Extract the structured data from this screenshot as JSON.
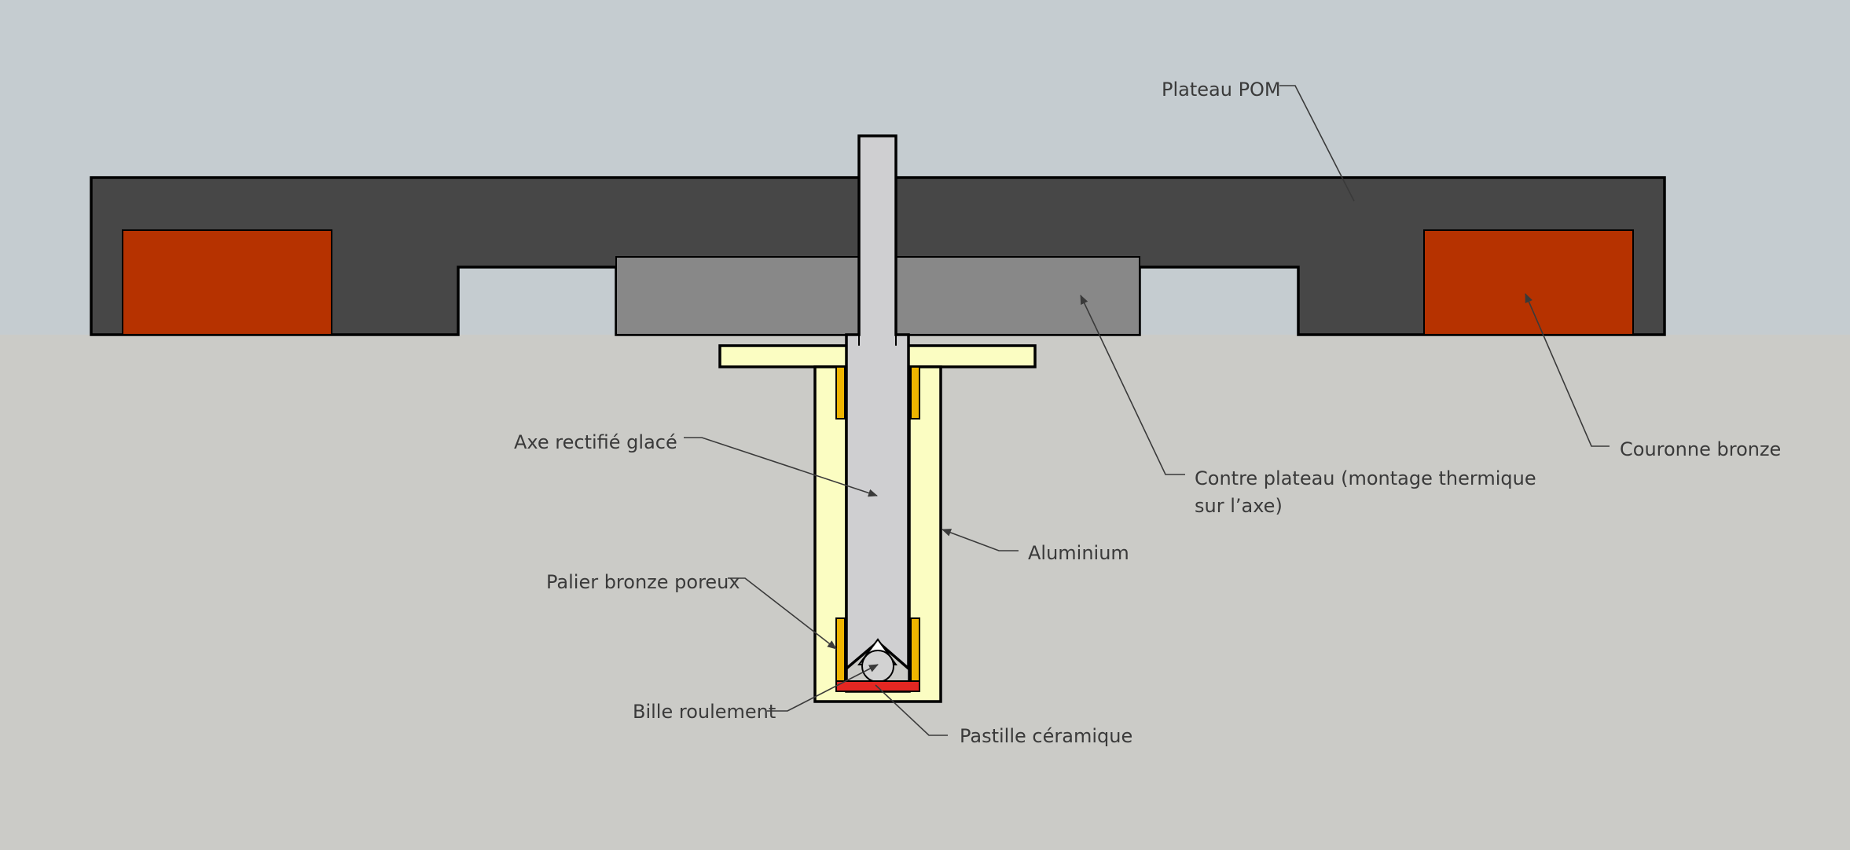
{
  "colors": {
    "sky": "#c5ccd0",
    "ground": "#cbcbc7",
    "platter_pom": "#474747",
    "bronze_ring": "#b63200",
    "counter_platter": "#888888",
    "shaft": "#cfcfd1",
    "aluminium": "#fbfdc2",
    "porous_bronze_bearing": "#efb500",
    "ceramic_pad": "#e32722",
    "ball": "#d2d2d2",
    "text": "#3a3a3a"
  },
  "labels": {
    "plateau_pom": "Plateau POM",
    "couronne_bronze": "Couronne bronze",
    "contre_plateau_line1": "Contre plateau (montage thermique",
    "contre_plateau_line2": "sur l’axe)",
    "aluminium": "Aluminium",
    "axe_rectifie": "Axe rectifié glacé",
    "palier_bronze": "Palier bronze poreux",
    "bille_roulement": "Bille roulement",
    "pastille_ceramique": "Pastille céramique"
  }
}
